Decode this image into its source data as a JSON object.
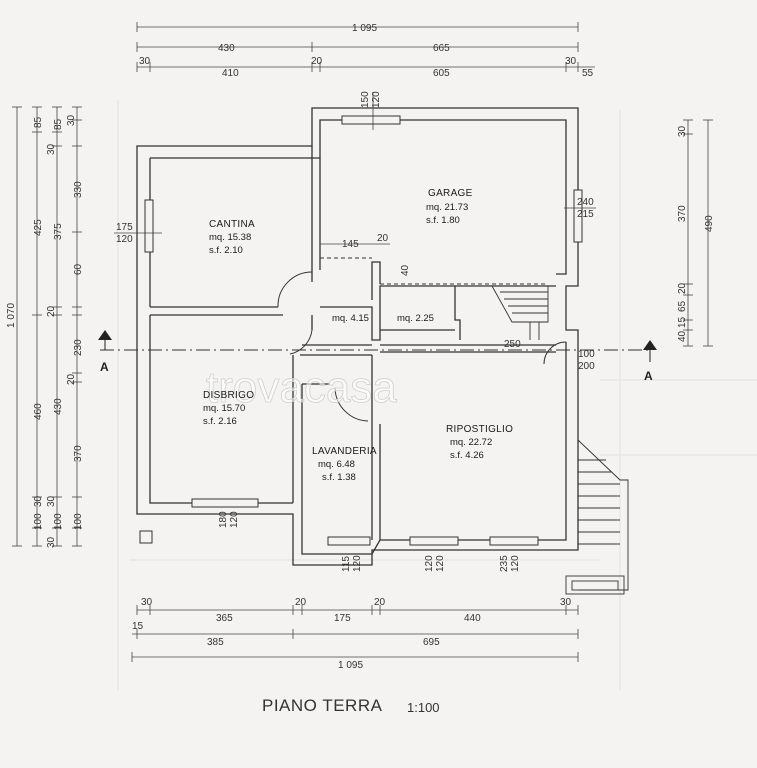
{
  "title": "PIANO TERRA",
  "scale": "1:100",
  "watermark": "trovacasa",
  "section_marks": [
    "A",
    "A"
  ],
  "rooms": {
    "cantina": {
      "name": "CANTINA",
      "area": "mq. 15.38",
      "sf": "s.f.   2.10"
    },
    "garage": {
      "name": "GARAGE",
      "area": "mq. 21.73",
      "sf": "s.f.   1.80"
    },
    "disbrigo": {
      "name": "DISBRIGO",
      "area": "mq. 15.70",
      "sf": "s.f.   2.16"
    },
    "lavanderia": {
      "name": "LAVANDERIA",
      "area": "mq. 6.48",
      "sf": "s.f.  1.38"
    },
    "ripostiglio": {
      "name": "RIPOSTIGLIO",
      "area": "mq. 22.72",
      "sf": "s.f.   4.26"
    },
    "corridoio": {
      "area": "mq. 4.15"
    },
    "sottoscala": {
      "area": "mq. 2.25"
    }
  },
  "dims": {
    "top_total": "1 095",
    "top_430": "430",
    "top_665": "665",
    "top_30a": "30",
    "top_410": "410",
    "top_20": "20",
    "top_605": "605",
    "top_30b": "30",
    "top_55": "55",
    "bot_30a": "30",
    "bot_365": "365",
    "bot_20a": "20",
    "bot_175": "175",
    "bot_20b": "20",
    "bot_440": "440",
    "bot_30b": "30",
    "bot_15": "15",
    "bot_385": "385",
    "bot_695": "695",
    "bot_total": "1 095",
    "left_1070": "1 070",
    "left_460": "460",
    "left_30a": "30",
    "left_100a": "100",
    "left_425": "425",
    "left_85a": "85",
    "left_30b": "30",
    "left_20a": "20",
    "left_430": "430",
    "left_30c": "30",
    "left_100b": "100",
    "left_30d": "30",
    "left_85b": "85",
    "left_375": "375",
    "left_330": "330",
    "left_60": "60",
    "left_230": "230",
    "left_20b": "20",
    "left_370": "370",
    "left_100c": "100",
    "left_30e": "30",
    "right_30": "30",
    "right_370": "370",
    "right_490": "490",
    "right_20": "20",
    "right_65": "65",
    "right_15": "15",
    "right_40": "40",
    "win_150": "150",
    "win_120a": "120",
    "win_175": "175",
    "win_120b": "120",
    "win_240": "240",
    "win_215": "215",
    "int_145": "145",
    "int_20": "20",
    "int_40": "40",
    "int_250": "250",
    "door_100": "100",
    "door_200": "200",
    "win_180": "180",
    "win_120c": "120",
    "win_115": "115",
    "win_120d": "120",
    "win_120e": "120",
    "win_120f": "120",
    "win_235": "235",
    "win_120g": "120"
  }
}
